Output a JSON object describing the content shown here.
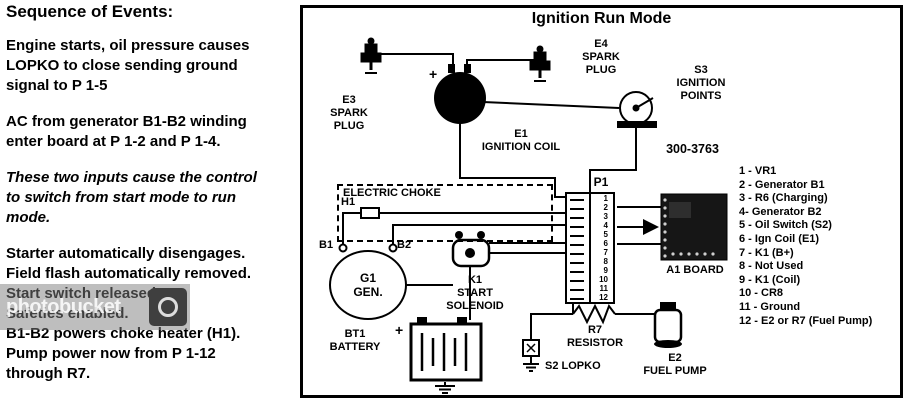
{
  "left_panel": {
    "title": "Sequence of Events:",
    "paragraphs": [
      "Engine starts, oil pressure causes\nLOPKO to close sending ground\nsignal to P 1-5",
      "AC from generator B1-B2 winding\nenter board at P 1-2 and P 1-4.",
      "These two inputs cause the control\nto switch from start mode to run\nmode.",
      "Starter automatically disengages.\nField flash automatically removed.\nStart switch released.\nSafeties enabled.\nB1-B2 powers choke heater (H1).\nPump power now from P 1-12\nthrough R7."
    ],
    "watermark": "photobucket"
  },
  "diagram": {
    "title": "Ignition Run Mode",
    "part_number": "300-3763",
    "components": {
      "e3": "E3\nSPARK\nPLUG",
      "e4": "E4\nSPARK\nPLUG",
      "e1": "E1\nIGNITION COIL",
      "s3": "S3\nIGNITION\nPOINTS",
      "electric_choke": "ELECTRIC CHOKE",
      "h1": "H1",
      "b1": "B1",
      "b2": "B2",
      "g1": "G1\nGEN.",
      "k1": "K1\nSTART\nSOLENOID",
      "bt1": "BT1\nBATTERY",
      "p1": "P1",
      "a1": "A1 BOARD",
      "r7": "R7\nRESISTOR",
      "e2": "E2\nFUEL PUMP",
      "s2": "S2 LOPKO",
      "coil_plus": "+",
      "battery_plus": "+"
    },
    "pins": [
      "1",
      "2",
      "3",
      "4",
      "5",
      "6",
      "7",
      "8",
      "9",
      "10",
      "11",
      "12"
    ],
    "legend": [
      "1 - VR1",
      "2 - Generator B1",
      "3 - R6 (Charging)",
      "4- Generator B2",
      "5 - Oil Switch (S2)",
      "6 - Ign Coil (E1)",
      "7 - K1 (B+)",
      "8 - Not Used",
      "9 - K1 (Coil)",
      "10 - CR8",
      "11 - Ground",
      "12 - E2 or R7 (Fuel Pump)"
    ]
  }
}
